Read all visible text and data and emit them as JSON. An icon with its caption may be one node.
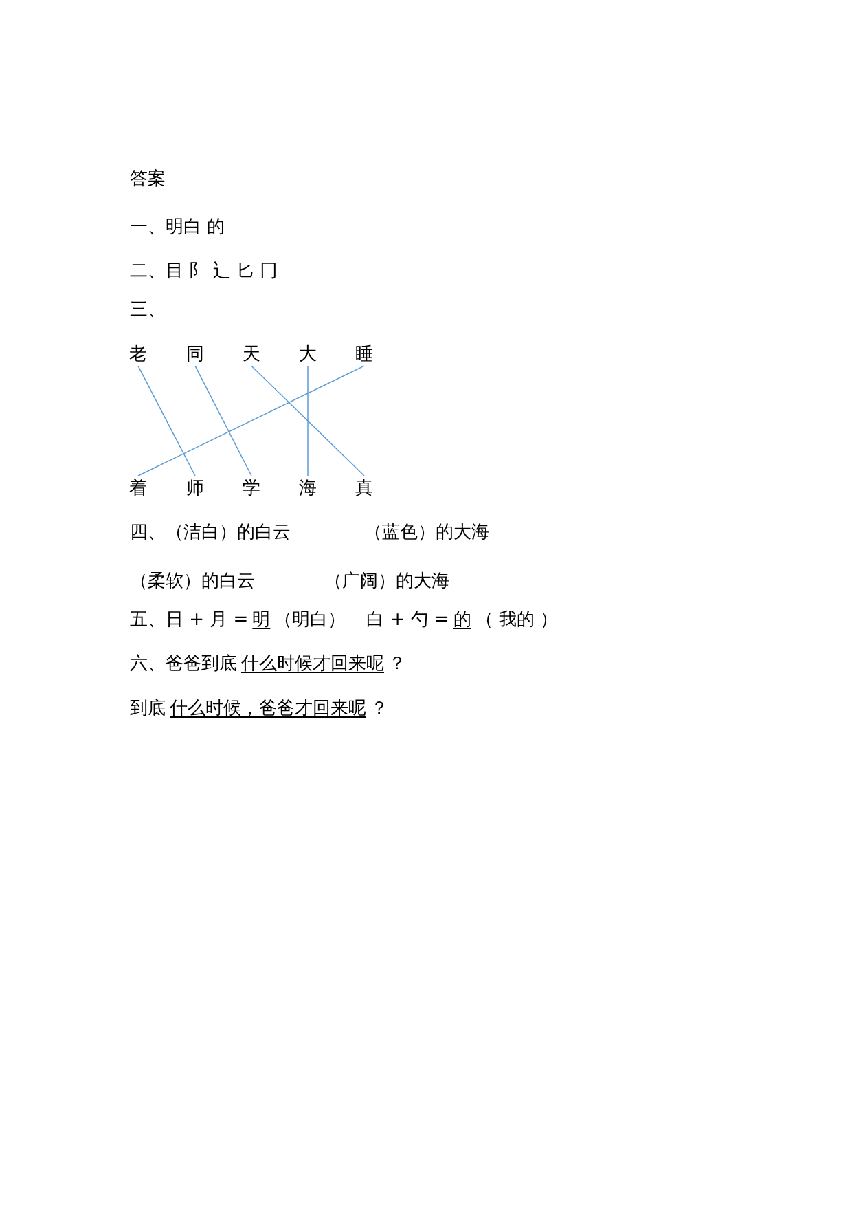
{
  "diagram": {
    "title": "答案",
    "nodes": [
      {
        "text": [
          "老"
        ]
      },
      {
        "text": [
          "同"
        ]
      },
      {
        "text": [
          "天"
        ]
      },
      {
        "text": [
          "大"
        ]
      },
      {
        "text": [
          "睡"
        ]
      },
      {
        "text": [
          "着"
        ]
      },
      {
        "text": [
          "师"
        ]
      },
      {
        "text": [
          "学"
        ]
      },
      {
        "text": [
          "海"
        ]
      },
      {
        "text": [
          "真"
        ]
      }
    ],
    "edges": [
      {
        "from": 0,
        "to": 6,
        "arrow": "none"
      },
      {
        "from": 1,
        "to": 7,
        "arrow": "none"
      },
      {
        "from": 2,
        "to": 9,
        "arrow": "none"
      },
      {
        "from": 3,
        "to": 8,
        "arrow": "none"
      },
      {
        "from": 4,
        "to": 5,
        "arrow": "none"
      }
    ],
    "labels": [
      "一、明白 的",
      "二、目 阝 辶 匕 冂",
      "三、",
      "四、（洁白）的白云",
      "（蓝色）的大海",
      "（柔软）的白云",
      "（广阔）的大海",
      "五、日 + 月 =",
      "明",
      "（明白）",
      "白 + 勺 =",
      "的",
      "（ 我的 ）",
      "六、爸爸到底",
      "什么时候才回来呢",
      "？",
      "到底",
      "什么时候，爸爸才回来呢",
      "？"
    ]
  }
}
